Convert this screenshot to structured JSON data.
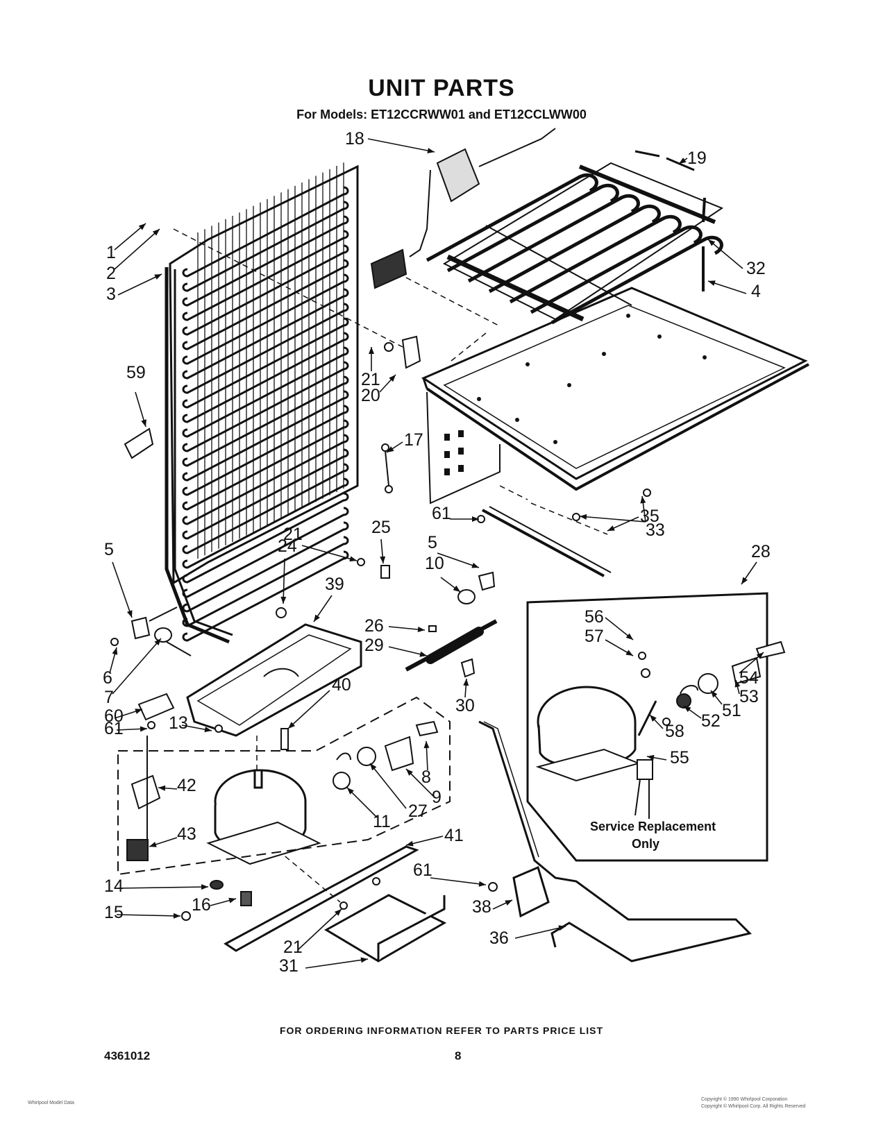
{
  "header": {
    "title": "UNIT PARTS",
    "subtitle": "For Models: ET12CCRWW01 and ET12CCLWW00"
  },
  "footer": {
    "ordering_note": "FOR ORDERING INFORMATION REFER TO PARTS PRICE LIST",
    "document_number": "4361012",
    "page_number": "8"
  },
  "service_box": {
    "line1": "Service Replacement",
    "line2": "Only"
  },
  "fine_print": {
    "left": "Whirlpool Model Data",
    "right_line1": "Copyright © 1990 Whirlpool Corporation",
    "right_line2": "Copyright © Whirlpool Corp. All Rights Reserved"
  },
  "callouts": [
    "1",
    "2",
    "3",
    "4",
    "5",
    "6",
    "7",
    "8",
    "9",
    "10",
    "11",
    "13",
    "14",
    "15",
    "16",
    "17",
    "18",
    "19",
    "20",
    "21",
    "24",
    "25",
    "26",
    "27",
    "28",
    "29",
    "30",
    "31",
    "32",
    "33",
    "35",
    "36",
    "38",
    "39",
    "40",
    "41",
    "42",
    "43",
    "51",
    "52",
    "53",
    "54",
    "55",
    "56",
    "57",
    "58",
    "59",
    "60",
    "61"
  ]
}
